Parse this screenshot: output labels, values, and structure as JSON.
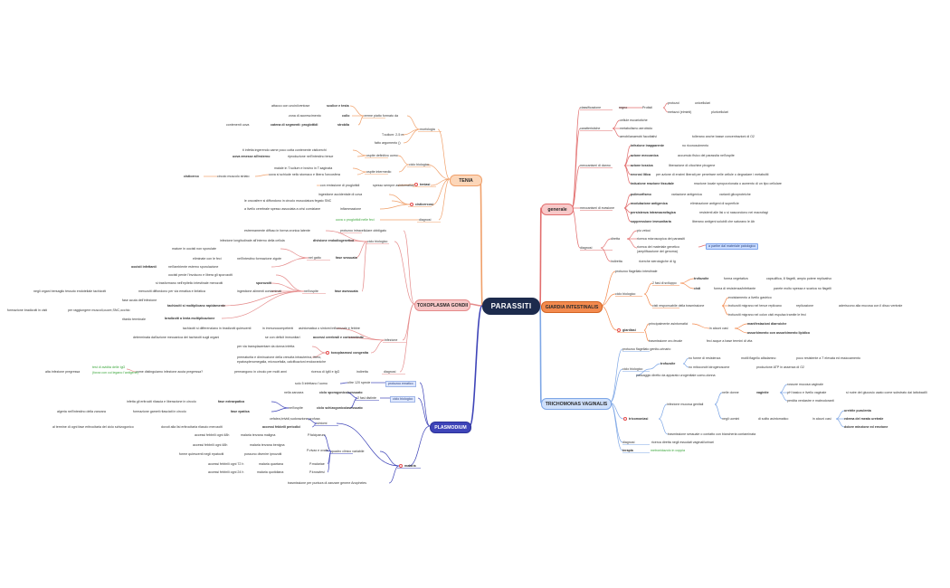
{
  "central": "PARASSITI",
  "branches": {
    "tenia": "TENIA",
    "toxo": "TOXOPLASMA GONDII",
    "plasmodium": "PLASMODIUM",
    "generale": "generale",
    "giardia": "GIARDIA INTESTINALIS",
    "trichomonas": "TRICHOMONAS VAGINALIS"
  },
  "tenia": {
    "morfologia": "morfologia",
    "corpo": "verme piatto formato da",
    "scolice": "scolice e testa",
    "scolice_d": "attacco con uncini/ventose",
    "collo": "collo",
    "collo_d": "zona di accrescimento",
    "strobila": "strobila",
    "strobila_d": "catena di segmenti: proglottidi",
    "contenenti": "contenenti uova",
    "len": "T.solium: 2-5 m",
    "len2": "fatto argomento ()",
    "ciclo": "ciclo biologico",
    "ospite_def": "ospite definitivo uomo",
    "def1": "ti infetta ingerendo carne poco cotta contenente cisticerchi",
    "def2": "riproduzione nell'intestino tenue",
    "def2b": "uova emesse all'esterno",
    "ospite_int": "ospite intermedio",
    "int1": "maiale in T.solium e bovino in T.saginata",
    "int2": "uova si schiude nello stomaco e libera l'oncosfera",
    "int3": "circolo  muscolo striato",
    "cisticerco": "cisticerco",
    "teniasi": "teniasi",
    "ten1": "con emissione di proglottidi",
    "ten2": "spesso sempre asintomatica",
    "cisticercosi": "cisticercosi",
    "cis1": "ingestione accidentale di uova",
    "cis2": "le oncosfere si diffondono in circolo muscolatura fegato SNC",
    "cis3": "a livello cerebrale spesso associata a crisi comiziane",
    "cis4": "infiammazione",
    "diagnosi": "diagnosi",
    "diag1": "uova o proglottidi nelle feci"
  },
  "toxo": {
    "protozoo": "protozoo intracellulare obbligato",
    "ciclo": "ciclo biologico",
    "c1": "estremamente diffuso in forma cronica latente",
    "div": "divisione endodiogenetica",
    "div_d": "infezione longitudinale all'interno della cellula",
    "gatto": "nel gatto",
    "sess": "fase sessuata",
    "g1": "mature in oocisti non sporulate",
    "g2": "eliminate con le feci",
    "g3": "nell'intestino formazione zigote",
    "g4": "nell'ambiente esterno sporulazione",
    "oocisti": "oocisti infettanti",
    "asess": "fase asessuata",
    "ospite": "nell'ospite",
    "a1": "oocisti perde l'involucro e libera gli sporozoiti",
    "a2": "si trasformano nell'epitelio intestinale merozoiti",
    "spor": "sporozoiti",
    "a3": "negli organi bersaglio tessuto endoteliale tachizoiti",
    "a4": "ingestione alimenti contaminati",
    "a5": "merozoiti diffondono per via ematica e linfatica",
    "tachi": "tachizoiti si moltiplicano rapidamente",
    "a6": "fase acuta dell'infezione",
    "a7": "formazione bradizoiti in cisti",
    "a8": "per raggiungere muscoli,cuore,SNC,occhio",
    "bradi": "bradizoiti a lenta moltiplicazione",
    "a9": "ritardo terminale",
    "infezione": "infezione",
    "i1": "tachizoiti si differenziano in bradizoiti quiescenti",
    "imm": "in immunocompetenti",
    "imm_d": "asintomatica o sintomi influenzale e febbre",
    "immdef": "se con deficit immunitari",
    "acc": "accessi cerebrali e coriorentinite",
    "i2": "determinata dall'azione meccanica dei tachizoiti sugli organi",
    "cong": "toxoplasmosi congenita",
    "i3": "per via transplacentare da donna infetta",
    "i4": "prematurita e diminuzione della crescita intrauterina, ittero, epatosplenomegalia, microcefalia, calcificazioni endocraniche",
    "diagnosi": "diagnosi",
    "d1": "ricerca di IgM e IgG",
    "d2": "indiretta",
    "d3": "come distinguiamo infezione acuta pregressa?",
    "d4": "permangono in circolo per molti anni",
    "d5": "test di avidita delle IgG",
    "d6": "(forza con cui legano l'antigene)",
    "d7": "alta infezione pregressa"
  },
  "plasmodium": {
    "protozoo": "protozoo ematico",
    "specie": "oltre 120 specie",
    "uomo": "solo 5 infettano l'uomo",
    "fasi": "2 fasi distinte",
    "ciclo": "ciclo biologico",
    "zanzara": "nella zanzara",
    "spor": "ciclo sporogonico/sessuato",
    "ospite": "nell'ospite",
    "schizo": "ciclo schizogonico/asessuato",
    "extra": "fase extraepatica",
    "extra_d": "infetta gli eritrociti rilascia e liberazione in circolo",
    "epat": "fase epatica",
    "epat_d": "formazione gameti rilasciati in circolo",
    "epat_e": "algeria nell'intestino della zanzara",
    "malaria": "malaria",
    "sintomi": "sintomi",
    "s1": "cefalea,brividi,sudorazione profusa",
    "acc": "accessi febbrili periodici",
    "acc_d": "dovuti alla lisi eritrocitaria rilascio merozoiti",
    "acc_e": "al termine di ogni fase eritrocitaria del ciclo schizogonico",
    "quadro": "quadro clinico variabile",
    "q1": "P.falciparum",
    "q1d": "malaria terzana maligna",
    "q1e": "accessi febbrili ogni 48h",
    "q2": "P.vivax e ovale",
    "q2d": "malaria terzana benigna",
    "q2e": "accessi febbrili ogni 48h",
    "q2f": "possono divenire ipnozoiti",
    "q2g": "forme quiescenti negli epatociti",
    "q3": "P.malariae",
    "q3d": "malaria quartana",
    "q3e": "accessi febbrili ogni 72 h",
    "q4": "P.knowlesi",
    "q4d": "malaria quotidiana",
    "q4e": "accessi febbrili ogni 24 h",
    "trasm": "trasmissione per puntura di zanzare genere Anopheles"
  },
  "generale": {
    "class": "classificazione",
    "regno": "regno",
    "protisti": "Protisti",
    "protozoi": "protozoi",
    "unicell": "unicellulari",
    "metazoi": "metazoi (elminti)",
    "pluri": "pluricellulari",
    "caratt": "caratteristiche",
    "c1": "cellule eucariotiche",
    "c2": "metabolismo aerobiolo",
    "c3": "aerobi/anaerobi facoltativi",
    "c3d": "tollerano anche basse concentrazioni di O2",
    "danno": "meccanismi di danno",
    "d1": "infezione inapparente",
    "d1d": "no riconoscimento",
    "d2": "azione meccanica",
    "d2d": "accumulo fisico del parassita nell'ospite",
    "d3": "azione tossica",
    "d3d": "liberazione di citochine pirogene",
    "d4": "necrosi litica",
    "d4d": "per azione di enzimi liberati per penetrare nelle cellule o degradare i metaboliti",
    "d5": "induzione reazione tissutale",
    "d5d": "reazione locale sproporzionata o aumento di un tipo cellulare",
    "evasione": "meccanismi di evasione",
    "e1": "polimorfismo",
    "e1d": "variazione antigenica",
    "e1e": "varianti glicoproteiche",
    "e2": "modulazione antigenica",
    "e2d": "eliminazione antigeni di superficie",
    "e3": "persistenza intramacrofagica",
    "e3d": "resistenti alle lisi o si nascondono nei macrofagi",
    "e4": "soppressione immunitaria",
    "e4d": "liberano antigeni solubili che saturano le Ab",
    "diagnosi": "diagnosi",
    "diretta": "diretta",
    "dr1": "piu veloci",
    "dr2": "ricerca microscopica dei parassiti",
    "dr3": "ricerca del materiale genetico (amplificazione del genoma)",
    "dr4": "a partire dal materiale patologico",
    "indiretta": "indiretta",
    "ind1": "ricerche sierologiche di Ig"
  },
  "giardia": {
    "prot": "protozoo flagellato intestinale",
    "ciclo": "ciclo biologico",
    "fasi": "2 fasi di sviluppo",
    "trof": "trofozoite",
    "trof_d": "forma vegetativa",
    "trof_e": "capsulifica, 8 flagelli, ampio potere replicativo",
    "cisti": "cisti",
    "cisti_d": "forma di resistenza/infettante",
    "cisti_e": "parete molto spessa e scarica no flagelli",
    "resp": "cisti responsabile della trasmissione",
    "r1": "excistamento a livello gastrico",
    "r2": "trofozoiti migrano nel tenue replicano",
    "r2b": "replicazione",
    "r3": "trofozoiti migrano nel colon cisti espulsa tramite le feci",
    "r4": "aderiscono alla mucosa con il disco ventrale",
    "giardiasi": "giardiasi",
    "g1": "principalmente asintomatici",
    "g2": "in alcuni casi",
    "g3": "manifestazioni diarroiche",
    "g4": "assorbimento con assorbimento lipidico",
    "g5": "trasmissione oro-fecale",
    "g6": "feci acque a base termini di vita"
  },
  "trichomonas": {
    "prot": "protozoo flagellato genito-urinario",
    "ciclo": "ciclo biologico",
    "trof": "trofozoite",
    "t1": "no forme di resistenza",
    "t1d": "motili flagello alfadamno",
    "t1e": "poco resistente a T elevata ed essiccamento",
    "t2": "no mitocondri idrogenosome",
    "t2d": "produzione ATP in assenza di O2",
    "t3": "passaggio diretto da apparato urogenitale uomo-donna",
    "trich": "tricomoniasi",
    "inf": "infezione mucosa genitali",
    "donne": "nelle donne",
    "vaginite": "vaginite",
    "v1": "rossore mucosa vaginale",
    "v2": "pH basico e livello vaginale",
    "v2d": "si nutre del glucosio usato come substrato dai lattobacilli",
    "v3": "perdita verdastre e maleodoranti",
    "uomini": "negli uomini",
    "u1": "di solito asintomatico",
    "u2": "in alcuni casi",
    "u3": "uretrite purulenta",
    "u4": "edema del meato uretrale",
    "u5": "dolore minzione ed erezione",
    "trasm": "trasmissione sessuale o contatto con biancheria contaminata",
    "diagnosi": "diagnosi",
    "diag_d": "ricerca diretta negli essudati vaginali/urinari",
    "terapia": "terapia",
    "terapia_d": "metronidazolo in coppia"
  }
}
